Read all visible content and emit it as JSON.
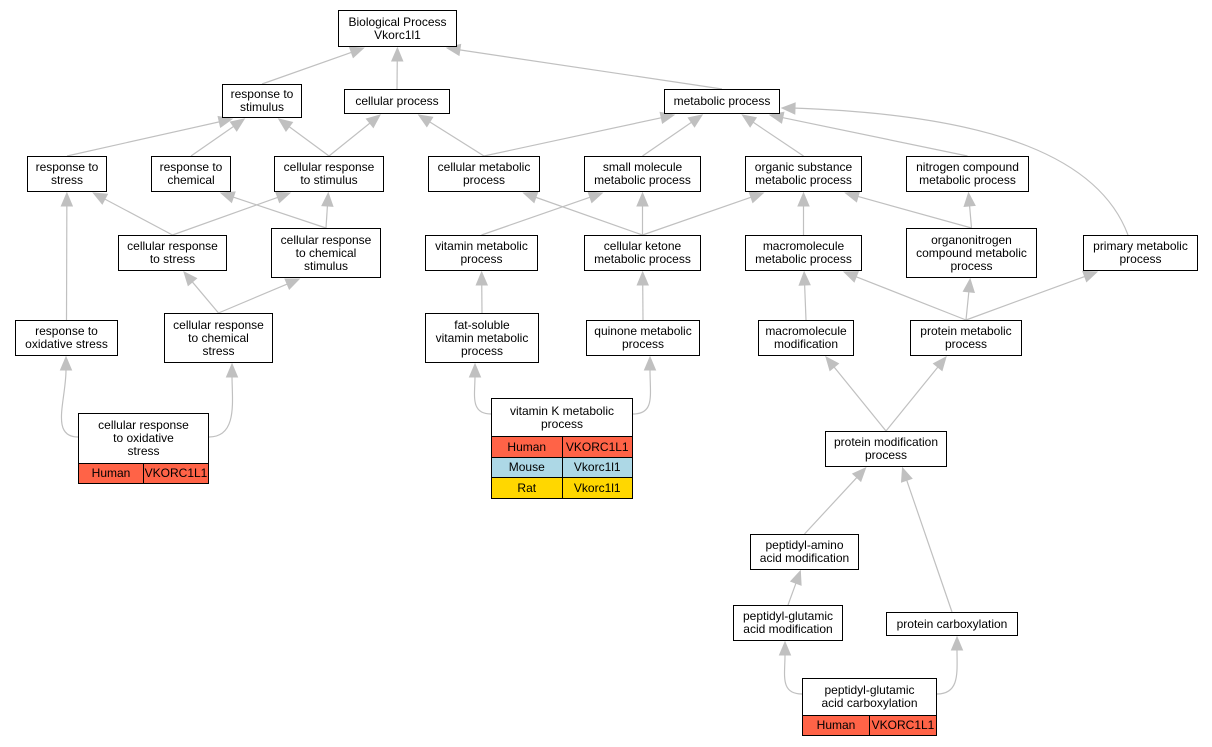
{
  "colors": {
    "edge": "#c0c0c0",
    "human": "#ff6347",
    "mouse": "#add8e6",
    "rat": "#ffd700"
  },
  "nodes": {
    "bp": "Biological Process\nVkorc1l1",
    "resp_stim": "response to\nstimulus",
    "cell_proc": "cellular process",
    "metab_proc": "metabolic process",
    "resp_stress": "response to\nstress",
    "resp_chem": "response to\nchemical",
    "cell_resp_stim": "cellular response\nto stimulus",
    "cell_metab": "cellular metabolic\nprocess",
    "small_mol": "small molecule\nmetabolic process",
    "org_sub": "organic substance\nmetabolic process",
    "nitro": "nitrogen compound\nmetabolic process",
    "cell_resp_stress": "cellular response\nto stress",
    "cell_resp_chem_stim": "cellular response\nto chemical\nstimulus",
    "vit_metab": "vitamin metabolic\nprocess",
    "ketone": "cellular ketone\nmetabolic process",
    "macro_metab": "macromolecule\nmetabolic process",
    "organonitro": "organonitrogen\ncompound metabolic\nprocess",
    "primary": "primary metabolic\nprocess",
    "resp_ox": "response to\noxidative stress",
    "cell_resp_chem": "cellular response\nto chemical\nstress",
    "fat_sol": "fat-soluble\nvitamin metabolic\nprocess",
    "quinone": "quinone metabolic\nprocess",
    "macro_mod": "macromolecule\nmodification",
    "prot_metab": "protein metabolic\nprocess",
    "cell_resp_ox": "cellular response\nto oxidative\nstress",
    "vitk": "vitamin K metabolic\nprocess",
    "prot_mod": "protein modification\nprocess",
    "peptidyl_amino": "peptidyl-amino\nacid modification",
    "peptidyl_glu_mod": "peptidyl-glutamic\nacid modification",
    "prot_carbox": "protein carboxylation",
    "peptidyl_glu_carb": "peptidyl-glutamic\nacid carboxylation"
  },
  "annotations": {
    "cell_resp_ox": [
      {
        "species": "Human",
        "gene": "VKORC1L1",
        "color": "#ff6347"
      }
    ],
    "vitk": [
      {
        "species": "Human",
        "gene": "VKORC1L1",
        "color": "#ff6347"
      },
      {
        "species": "Mouse",
        "gene": "Vkorc1l1",
        "color": "#add8e6"
      },
      {
        "species": "Rat",
        "gene": "Vkorc1l1",
        "color": "#ffd700"
      }
    ],
    "peptidyl_glu_carb": [
      {
        "species": "Human",
        "gene": "VKORC1L1",
        "color": "#ff6347"
      }
    ]
  }
}
